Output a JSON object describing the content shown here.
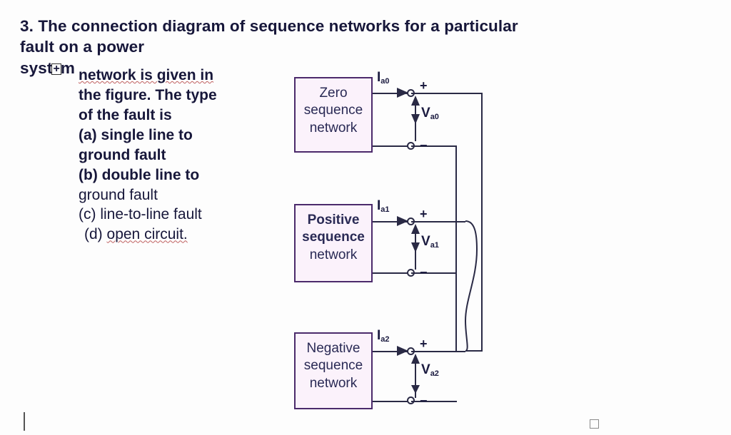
{
  "question": {
    "number": "3.",
    "line1": "The connection diagram of sequence networks for a particular fault on a power",
    "line2_pre": "syst",
    "line2_boxed": "+",
    "line2_post": "m",
    "body_lines": [
      "network is given in",
      "the figure. The type",
      "of the fault is"
    ],
    "options": [
      {
        "key": "(a)",
        "text": "single line to",
        "text2": "ground fault"
      },
      {
        "key": "(b)",
        "text": "double line to",
        "text2": "ground fault"
      },
      {
        "key": "(c)",
        "text": "line-to-line fault",
        "text2": ""
      },
      {
        "key": "(d)",
        "text": "open circuit.",
        "text2": ""
      }
    ]
  },
  "diagram": {
    "blocks": [
      {
        "id": "zero",
        "l1": "Zero",
        "l2": "sequence",
        "l3": "network"
      },
      {
        "id": "positive",
        "l1": "Positive",
        "l2": "sequence",
        "l3": "network"
      },
      {
        "id": "negative",
        "l1": "Negative",
        "l2": "sequence",
        "l3": "network"
      }
    ],
    "currents": [
      {
        "sym": "I",
        "sub": "a0"
      },
      {
        "sym": "I",
        "sub": "a1"
      },
      {
        "sym": "I",
        "sub": "a2"
      }
    ],
    "voltages": [
      {
        "sym": "V",
        "sub": "a0"
      },
      {
        "sym": "V",
        "sub": "a1"
      },
      {
        "sym": "V",
        "sub": "a2"
      }
    ],
    "polarity_plus": "+",
    "polarity_minus": "−",
    "colors": {
      "block_border": "#4b2a6b",
      "block_fill": "#fbf2fb",
      "wire": "#2a2a45",
      "text": "#1b1b40"
    }
  }
}
